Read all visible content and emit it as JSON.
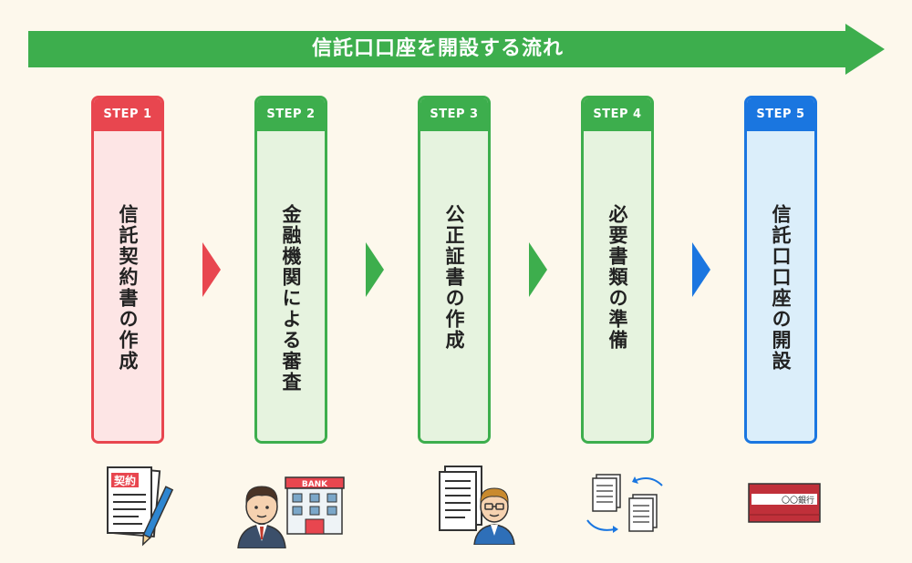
{
  "title": "信託口口座を開設する流れ",
  "colors": {
    "green": "#3dae4d",
    "red": "#e8464f",
    "blue": "#1a76e0",
    "background": "#fdf8ec"
  },
  "steps": [
    {
      "label": "STEP 1",
      "text": "信託契約書の作成",
      "color": "red"
    },
    {
      "label": "STEP 2",
      "text": "金融機関による審査",
      "color": "green"
    },
    {
      "label": "STEP 3",
      "text": "公正証書の作成",
      "color": "green"
    },
    {
      "label": "STEP 4",
      "text": "必要書類の準備",
      "color": "green"
    },
    {
      "label": "STEP 5",
      "text": "信託口口座の開設",
      "color": "blue"
    }
  ],
  "arrows": [
    "red",
    "green",
    "green",
    "blue"
  ],
  "illustrations": {
    "contract_stamp": "契約",
    "bank_sign": "BANK",
    "bank_card_text": "〇〇銀行",
    "icons": [
      "contract-document-icon",
      "bank-staff-icon",
      "notary-document-icon",
      "document-exchange-icon",
      "bank-card-icon"
    ]
  }
}
